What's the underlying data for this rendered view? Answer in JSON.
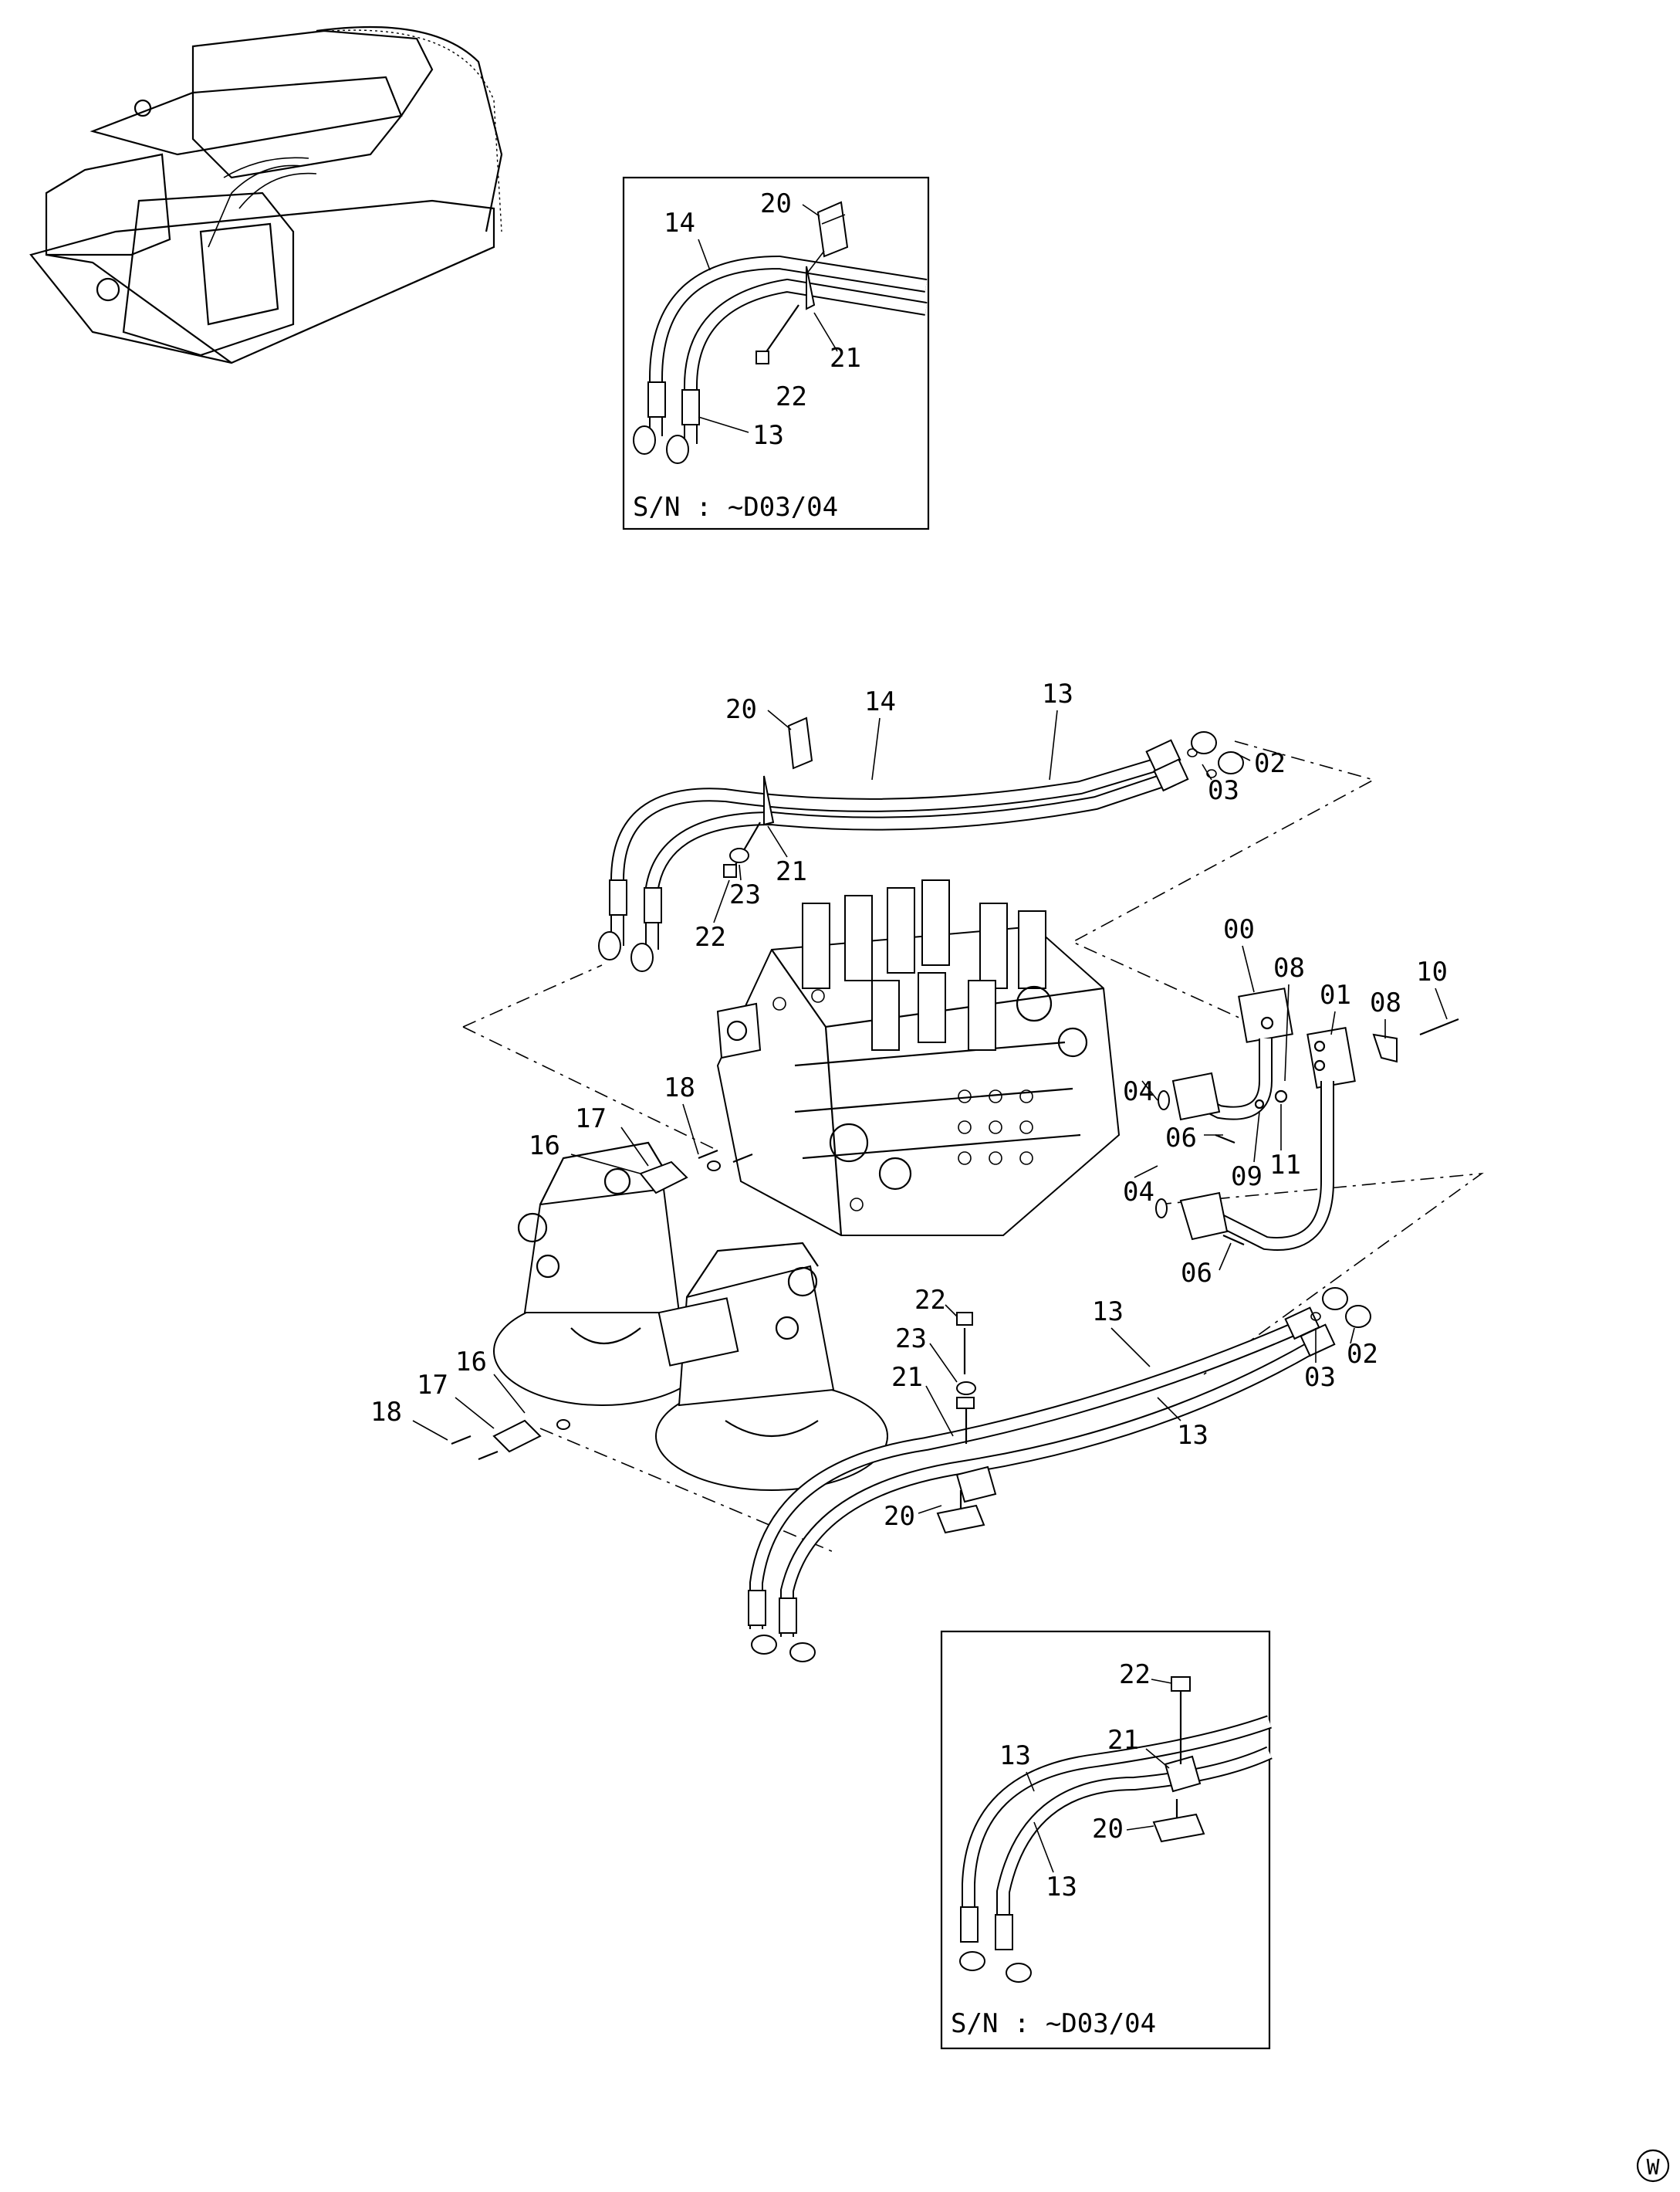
{
  "inset_top": {
    "serial_note": "S/N : ~D03/04",
    "labels": {
      "l20": "20",
      "l14": "14",
      "l21": "21",
      "l22": "22",
      "l13": "13"
    }
  },
  "inset_bottom": {
    "serial_note": "S/N : ~D03/04",
    "labels": {
      "l22": "22",
      "l21": "21",
      "l13a": "13",
      "l20": "20",
      "l13b": "13"
    }
  },
  "main": {
    "labels": {
      "l20a": "20",
      "l14": "14",
      "l13a": "13",
      "l02a": "02",
      "l03a": "03",
      "l21a": "21",
      "l23a": "23",
      "l22a": "22",
      "l00": "00",
      "l08a": "08",
      "l01": "01",
      "l08b": "08",
      "l10": "10",
      "l04a": "04",
      "l06a": "06",
      "l09": "09",
      "l11": "11",
      "l04b": "04",
      "l06b": "06",
      "l18a": "18",
      "l17a": "17",
      "l16a": "16",
      "l22b": "22",
      "l23b": "23",
      "l21b": "21",
      "l13b": "13",
      "l13c": "13",
      "l02b": "02",
      "l03b": "03",
      "l20b": "20",
      "l16b": "16",
      "l17b": "17",
      "l18b": "18"
    }
  },
  "corner_mark": "W"
}
